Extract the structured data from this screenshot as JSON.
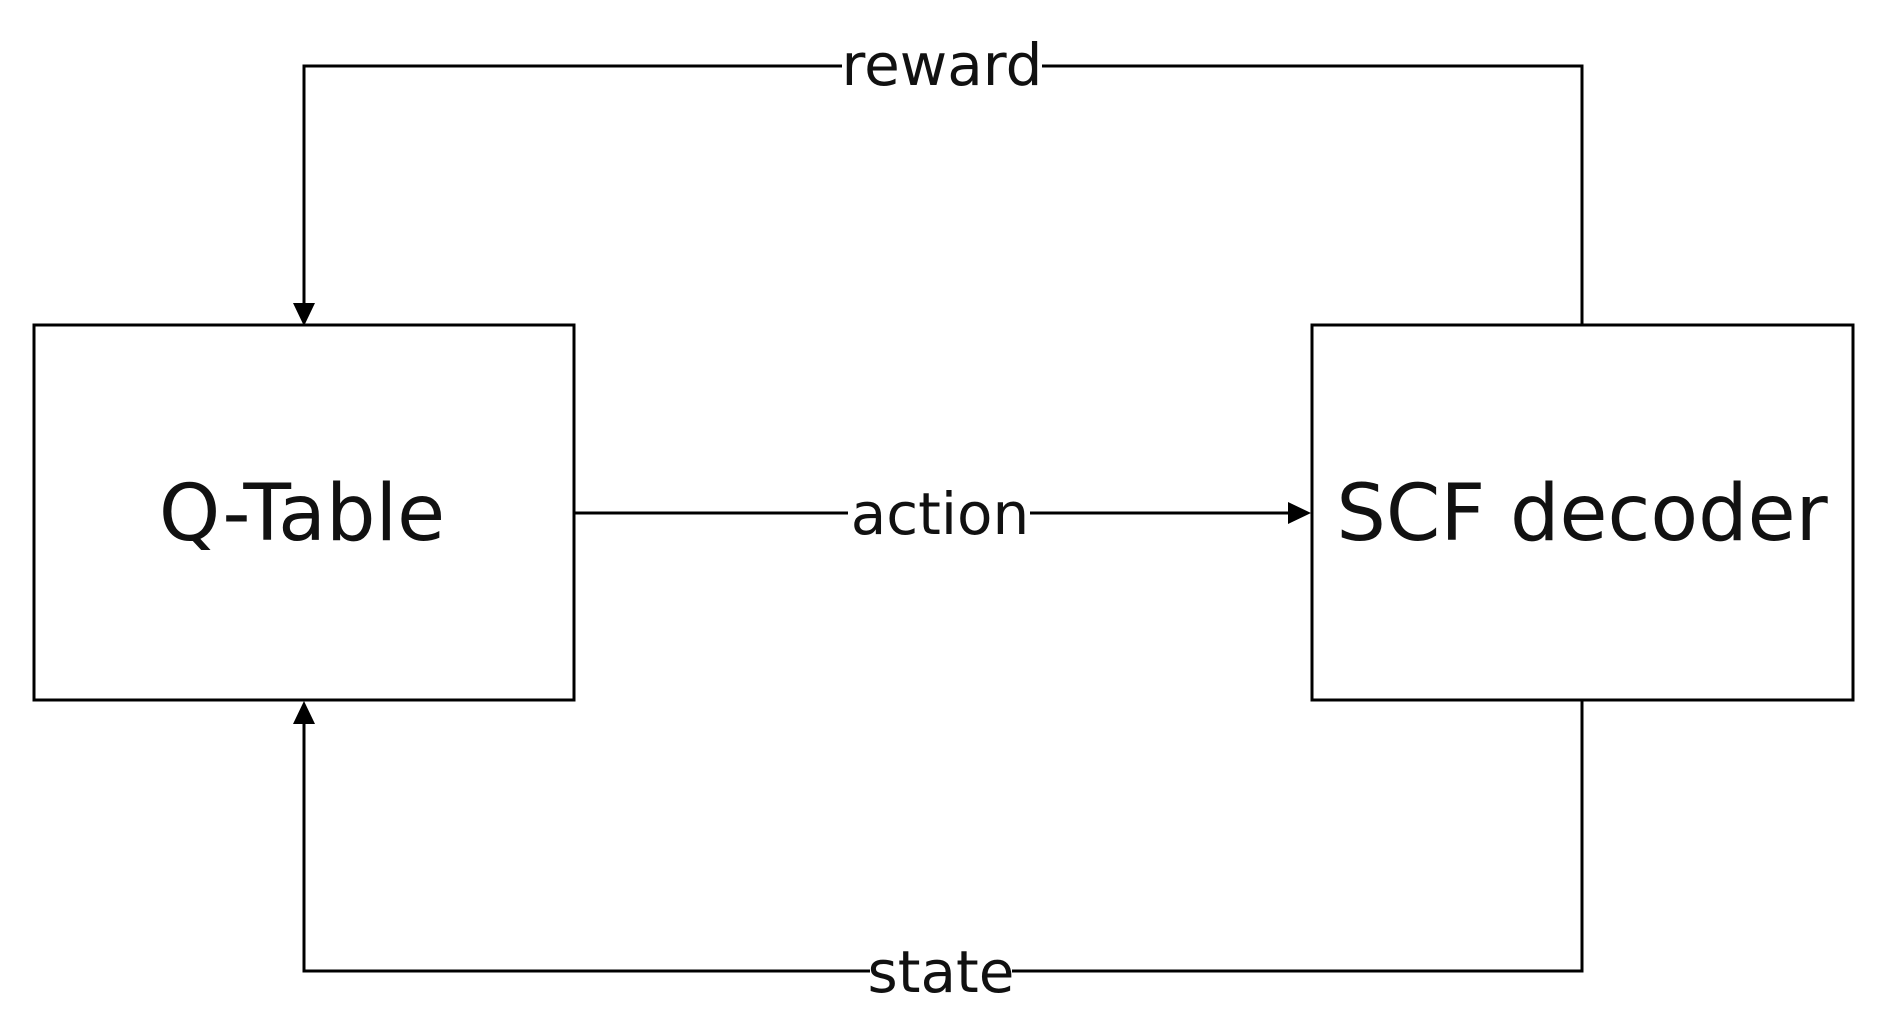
{
  "nodes": {
    "q_table": {
      "label": "Q-Table"
    },
    "scf_decoder": {
      "label": "SCF decoder"
    }
  },
  "edges": {
    "reward": {
      "label": "reward",
      "from": "SCF decoder",
      "to": "Q-Table"
    },
    "action": {
      "label": "action",
      "from": "Q-Table",
      "to": "SCF decoder"
    },
    "state": {
      "label": "state",
      "from": "SCF decoder",
      "to": "Q-Table"
    }
  },
  "colors": {
    "stroke": "#000000",
    "background": "#ffffff",
    "text": "#111111"
  }
}
